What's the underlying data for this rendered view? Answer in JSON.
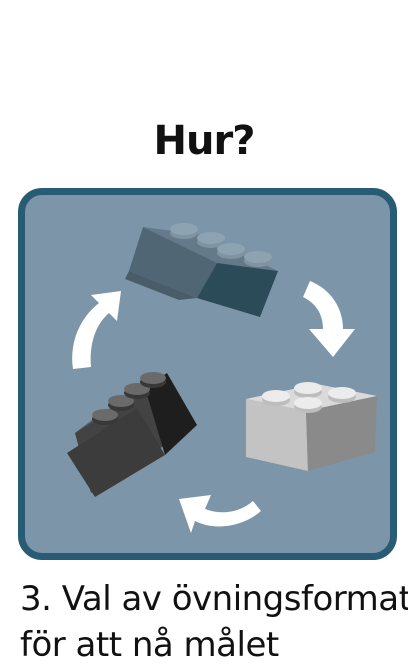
{
  "heading": "Hur?",
  "caption": {
    "line1": "3. Val av övningsformat",
    "line2": "för att nå målet"
  },
  "colors": {
    "panel_background": "#7d95a8",
    "panel_border": "#285c75",
    "arrow": "#ffffff",
    "brick_top": "#4f6573",
    "brick_gray": "#a9a9a9",
    "brick_dark": "#3a3a3a"
  },
  "icons": [
    "lego-brick-icon",
    "cycle-arrow-icon"
  ]
}
